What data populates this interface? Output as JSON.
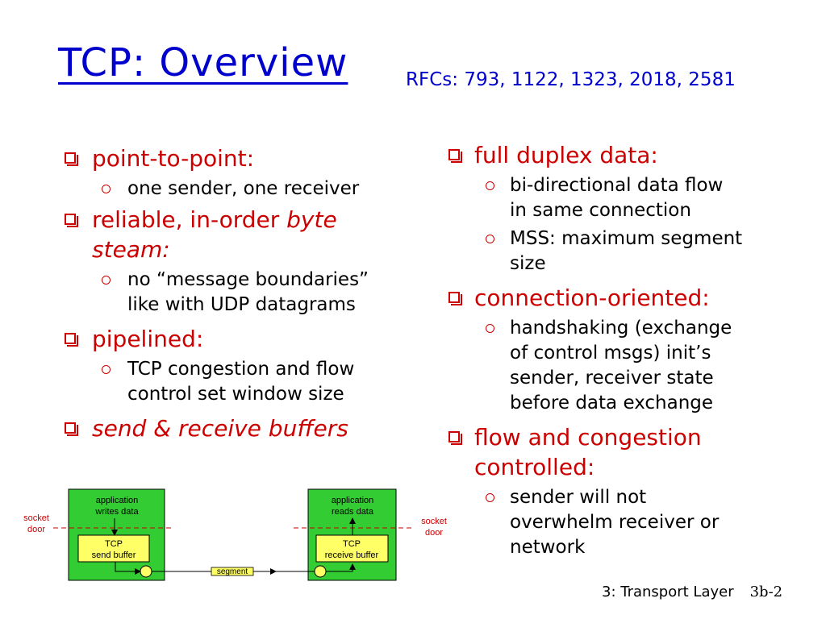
{
  "title": "TCP: Overview",
  "rfcs": "RFCs: 793, 1122, 1323, 2018, 2581",
  "left": {
    "p2p": {
      "head": "point-to-point:",
      "sub1": "one sender, one receiver"
    },
    "reliable": {
      "head_plain": "reliable, in-order ",
      "head_italic1": "byte",
      "head_italic2": "steam:",
      "sub1_line1": "no “message boundaries”",
      "sub1_line2": "like with UDP datagrams"
    },
    "pipelined": {
      "head": "pipelined:",
      "sub1_line1": "TCP congestion and flow",
      "sub1_line2": "control set window size"
    },
    "buffers": {
      "head": "send & receive buffers"
    }
  },
  "right": {
    "duplex": {
      "head": "full duplex data:",
      "sub1_line1": "bi-directional data flow",
      "sub1_line2": "in same connection",
      "sub2_line1": "MSS: maximum segment",
      "sub2_line2": "size"
    },
    "conn": {
      "head": "connection-oriented:",
      "sub1_line1": "handshaking (exchange",
      "sub1_line2": "of control msgs) init’s",
      "sub1_line3": "sender, receiver state",
      "sub1_line4": "before data exchange"
    },
    "flow": {
      "head_line1": "flow and congestion",
      "head_line2": "controlled:",
      "sub1_line1": "sender will not",
      "sub1_line2": "overwhelm receiver or",
      "sub1_line3": "network"
    }
  },
  "diagram": {
    "app_writes_1": "application",
    "app_writes_2": "writes data",
    "app_reads_1": "application",
    "app_reads_2": "reads data",
    "socket_left_1": "socket",
    "socket_left_2": "door",
    "socket_right_1": "socket",
    "socket_right_2": "door",
    "send_buf_1": "TCP",
    "send_buf_2": "send buffer",
    "recv_buf_1": "TCP",
    "recv_buf_2": "receive buffer",
    "segment": "segment",
    "colors": {
      "host": "#33cc33",
      "buffer": "#ffff66",
      "socket_line": "#cc0000",
      "socket_text": "#cc0000"
    }
  },
  "footer": {
    "chapter": "3: Transport Layer",
    "page": "3b-2"
  }
}
